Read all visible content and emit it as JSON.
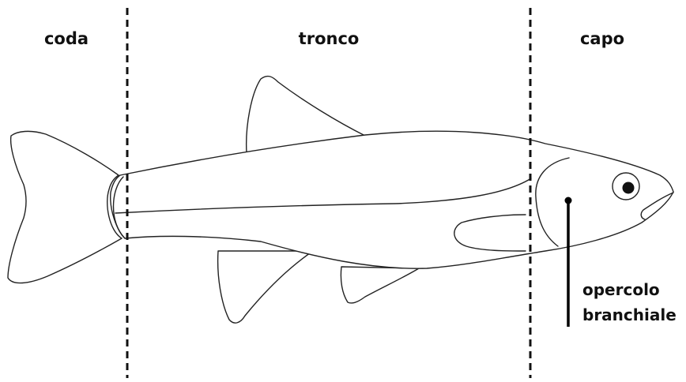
{
  "labels": {
    "tail": "coda",
    "trunk": "tronco",
    "head": "capo",
    "operculum_line1": "opercolo",
    "operculum_line2": "branchiale"
  }
}
